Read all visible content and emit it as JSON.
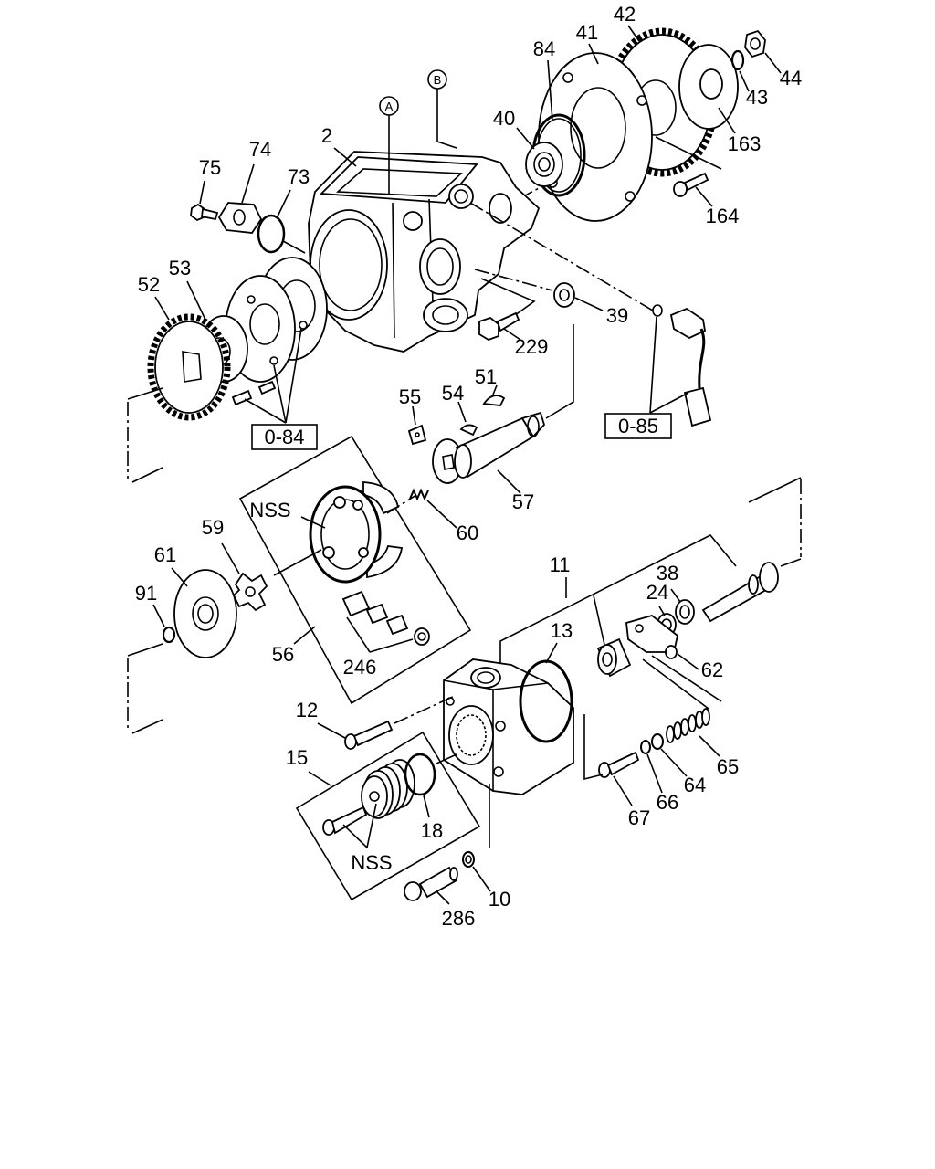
{
  "diagram": {
    "callouts": [
      "75",
      "74",
      "73",
      "2",
      "84",
      "41",
      "42",
      "44",
      "43",
      "40",
      "163",
      "164",
      "52",
      "53",
      "39",
      "229",
      "55",
      "54",
      "51",
      "57",
      "60",
      "59",
      "61",
      "91",
      "56",
      "246",
      "11",
      "24",
      "38",
      "13",
      "62",
      "12",
      "15",
      "65",
      "64",
      "66",
      "67",
      "18",
      "10",
      "286"
    ],
    "circled_refs": [
      "A",
      "B"
    ],
    "boxed_refs": [
      "0-84",
      "0-85"
    ],
    "notes": [
      "NSS",
      "NSS"
    ]
  },
  "colors": {
    "line": "#000000",
    "background": "#ffffff"
  }
}
